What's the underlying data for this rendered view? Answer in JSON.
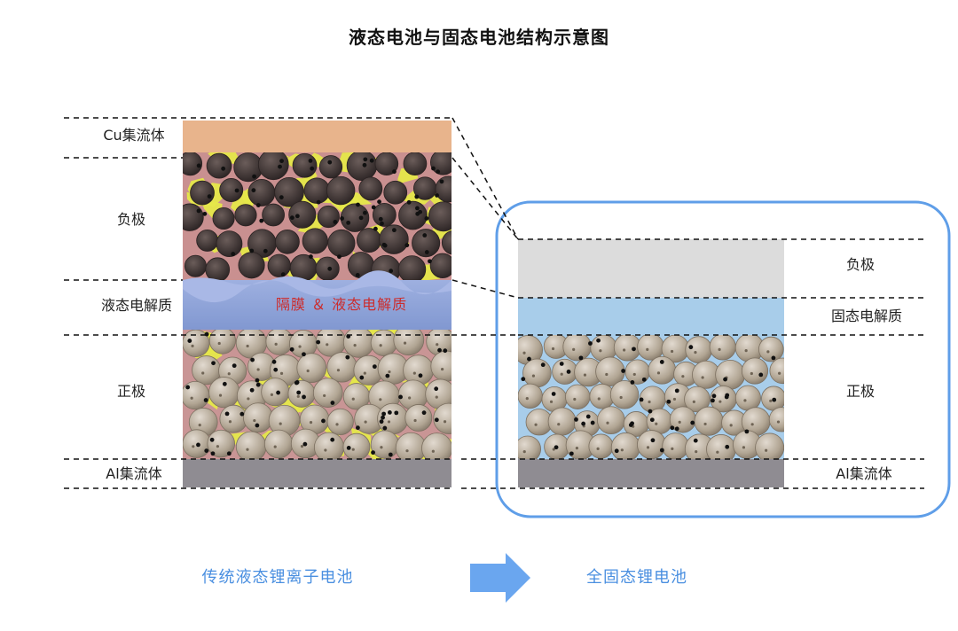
{
  "title": "液态电池与固态电池结构示意图",
  "left_panel": {
    "layers": {
      "cu_collector": "Cu集流体",
      "anode": "负极",
      "electrolyte": "液态电解质",
      "cathode": "正极",
      "al_collector": "Al集流体"
    },
    "separator_overlay": "隔膜 ＆ 液态电解质",
    "caption": "传统液态锂离子电池"
  },
  "right_panel": {
    "layers": {
      "anode": "负极",
      "electrolyte": "固态电解质",
      "cathode": "正极",
      "al_collector": "Al集流体"
    },
    "caption": "全固态锂电池"
  },
  "colors": {
    "cu_collector": "#e8b48c",
    "anode_matrix": "#c99090",
    "binder_yellow": "#e6e84a",
    "anode_particle": "#4a4040",
    "separator": "#8da2d6",
    "cathode_particle": "#b7aa98",
    "al_collector": "#8f8c92",
    "solid_electrolyte": "#a8cdea",
    "solid_anode": "#dcdcdc",
    "frame_blue": "#5f9ee8",
    "arrow_blue": "#6aa6ef"
  }
}
